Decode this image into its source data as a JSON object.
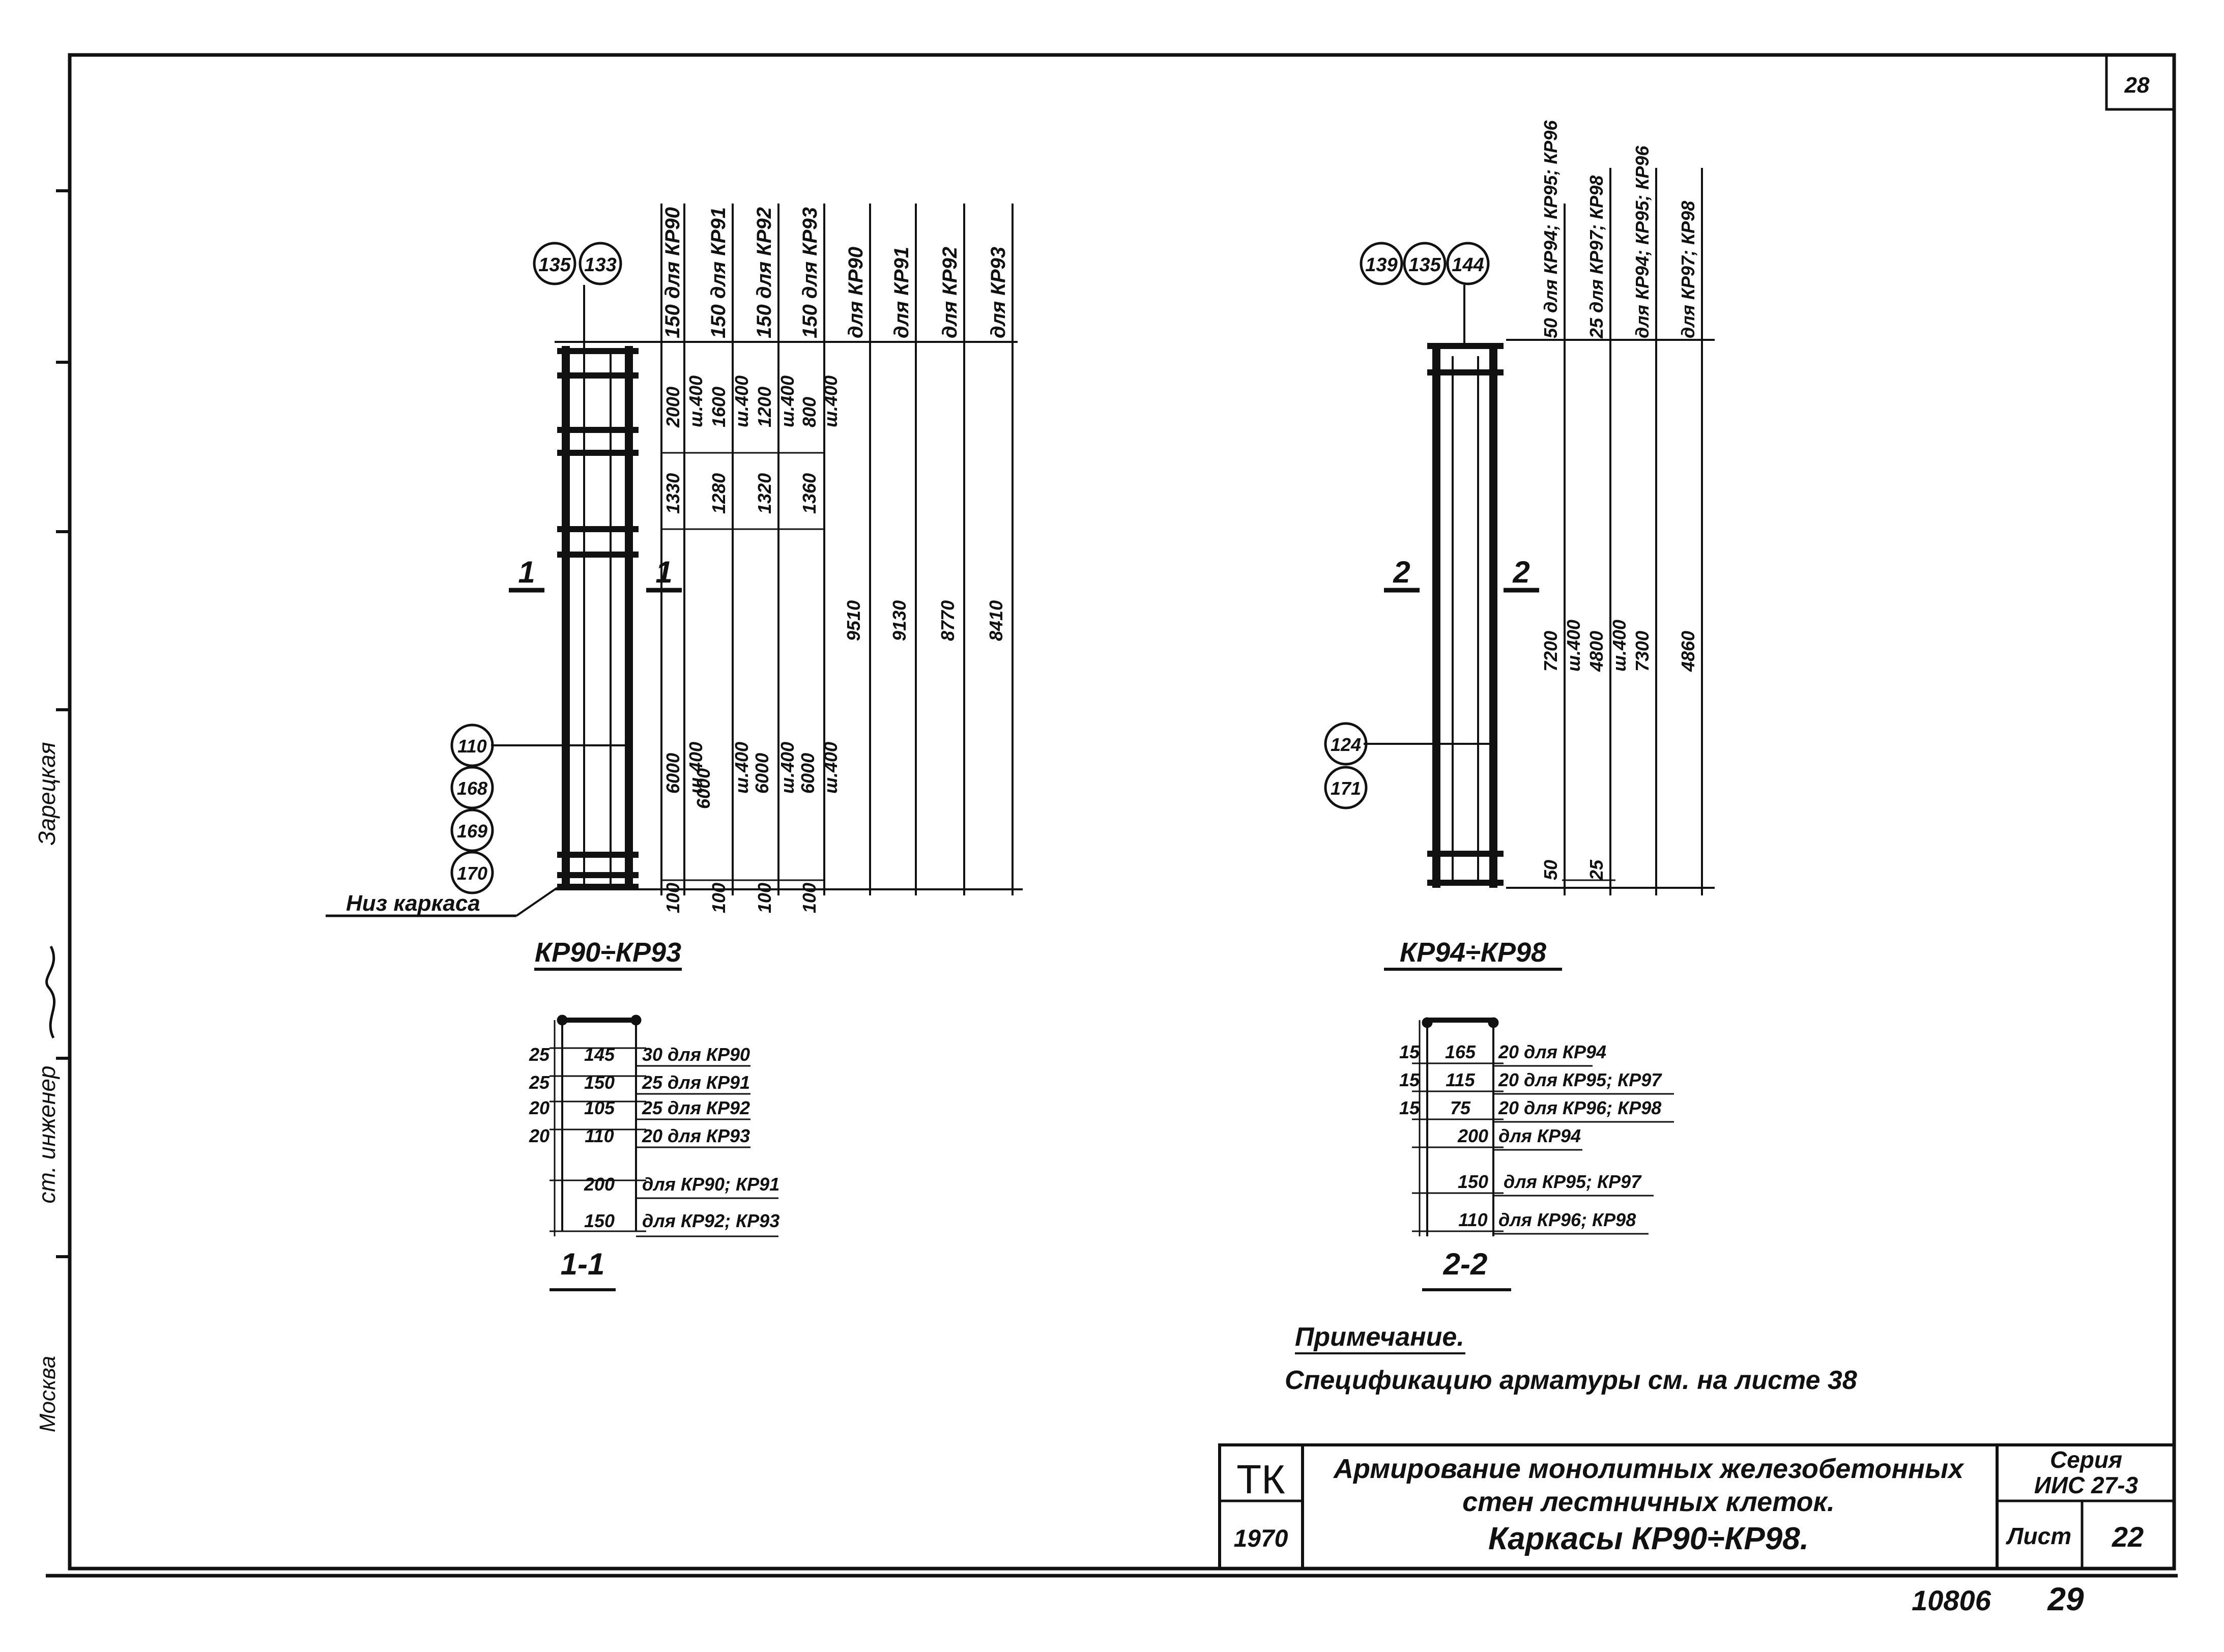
{
  "sheet": {
    "page_corner": "28",
    "bottom_number": "10806",
    "bottom_page": "29",
    "side_names": [
      "Москва",
      "ст. инженер",
      "Зарецкая"
    ]
  },
  "left": {
    "callouts_top": [
      "135",
      "133"
    ],
    "callouts_side": [
      "110",
      "168",
      "169",
      "170"
    ],
    "bottom_label": "Низ каркаса",
    "caption": "КР90÷КР93",
    "section_mark": "1",
    "col_headers": [
      "150 для КР90",
      "150 для КР91",
      "150 для КР92",
      "150 для КР93",
      "для КР90",
      "для КР91",
      "для КР92",
      "для КР93"
    ],
    "col_a": [
      "2000",
      "1330",
      "6000",
      "100"
    ],
    "col_b": [
      "ш.400",
      "1600",
      "1280",
      "ш.400",
      "6000",
      "100"
    ],
    "col_c": [
      "ш.400",
      "1200",
      "1320",
      "ш.400",
      "6000",
      "100"
    ],
    "col_d": [
      "ш.400",
      "800",
      "1360",
      "ш.400",
      "6000",
      "100"
    ],
    "col_e": [
      "ш.400",
      "9510",
      "ш.400"
    ],
    "col_f": [
      "9130"
    ],
    "col_g": [
      "8770"
    ],
    "col_h": [
      "8410"
    ],
    "section": {
      "title": "1-1",
      "rows": [
        {
          "side": "25",
          "value": "145",
          "label": "30 для КР90"
        },
        {
          "side": "25",
          "value": "150",
          "label": "25 для КР91"
        },
        {
          "side": "20",
          "value": "105",
          "label": "25 для КР92"
        },
        {
          "side": "20",
          "value": "110",
          "label": "20 для КР93"
        },
        {
          "side": "",
          "value": "200",
          "label": "для КР90; КР91"
        },
        {
          "side": "",
          "value": "150",
          "label": "для КР92; КР93"
        }
      ]
    }
  },
  "right": {
    "callouts_top": [
      "139",
      "135",
      "144"
    ],
    "callouts_side": [
      "124",
      "171"
    ],
    "caption": "КР94÷КР98",
    "section_mark": "2",
    "col_headers": [
      "50 для КР94; КР95; КР96",
      "25 для КР97; КР98",
      "для КР94; КР95; КР96",
      "для КР97; КР98"
    ],
    "col_a": [
      "7200",
      "50"
    ],
    "col_b": [
      "ш.400",
      "4800",
      "25"
    ],
    "col_c": [
      "ш.400",
      "7300"
    ],
    "col_d": [
      "4860"
    ],
    "section": {
      "title": "2-2",
      "rows": [
        {
          "side": "15",
          "value": "165",
          "label": "20 для КР94"
        },
        {
          "side": "15",
          "value": "115",
          "label": "20 для КР95; КР97"
        },
        {
          "side": "15",
          "value": "75",
          "label": "20 для КР96; КР98"
        },
        {
          "side": "",
          "value": "200",
          "label": "для КР94"
        },
        {
          "side": "",
          "value": "150",
          "label": "для КР95; КР97"
        },
        {
          "side": "",
          "value": "110",
          "label": "для КР96; КР98"
        }
      ]
    }
  },
  "note": {
    "heading": "Примечание.",
    "text": "Спецификацию арматуры см. на листе 38"
  },
  "title_block": {
    "org": "ТК",
    "year": "1970",
    "title_line1": "Армирование монолитных железобетонных",
    "title_line2": "стен лестничных клеток.",
    "title_line3": "Каркасы КР90÷КР98.",
    "series_label": "Серия",
    "series_value": "ИИС 27-3",
    "sheet_label": "Лист",
    "sheet_value": "22"
  }
}
